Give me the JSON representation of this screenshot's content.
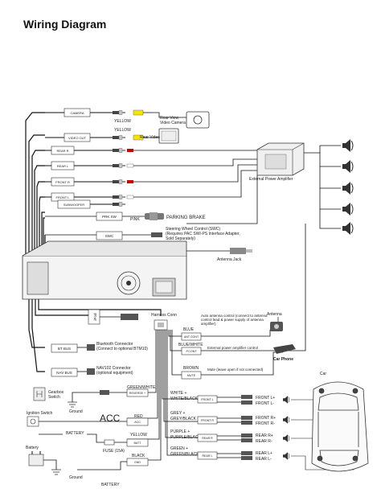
{
  "title": "Wiring Diagram",
  "labels": {
    "camera": "CAMERA",
    "video_out": "VIDEO OUT",
    "rear_r": "REAR R",
    "rear_l": "REAR L",
    "front_r": "FRONT R",
    "front_l": "FRONT L",
    "subwoofer": "SUBWOOFER",
    "prk_sw": "PRK SW",
    "swc": "SWC",
    "ipod": "iPod",
    "bt_bus": "BT BUS",
    "nav_bus": "NAV BUS",
    "yellow_1": "YELLOW",
    "yellow_2": "YELLOW",
    "rear_view_camera": "Rear View\nVideo Camera",
    "rear_video": "Rear Video",
    "external_power_amplifier": "External Power Amplifier",
    "pink": "PINK",
    "parking_brake": "PARKING BRAKE",
    "swc_note": "Steering Wheel Control (SWC)\n(Requires PAC SWI-PS Interface Adapter,\nSold Separately)",
    "antenna_jack": "Antenna Jack",
    "antenna": "Antenna",
    "harness_conn": "Harness Conn",
    "auto_antenna_note": "Auto antenna control (connect to antenna\ncontrol lead & power supply of antenna\namplifier)",
    "blue": "BLUE",
    "auto_ant": "ANT CONT",
    "blue_white": "BLUE/WHITE",
    "p_cont": "P.CONT",
    "ext_amp_control": "External power amplifier control",
    "brown": "BROWN",
    "mute": "MUTE",
    "mute_note": "Mute (leave open if not connected)",
    "car_phone": "Car Phone",
    "bt_connector": "Bluetooth Connector\n(Connect to optional BTM10)",
    "nav_connector": "NAV102 Connector\n(optional equipment)",
    "green_white": "GREEN/WHITE",
    "reverse": "REVERSE +",
    "gearbox_switch": "Gearbox\nSwitch",
    "ground_1": "Ground",
    "ignition_switch": "Ignition Switch",
    "acc": "ACC",
    "red": "RED",
    "acc_small": "ACC",
    "battery_1": "BATTERY",
    "fuse": "FUSE (15A)",
    "batt": "BATT",
    "battery_label": "Battery",
    "ground_2": "Ground",
    "battery_2": "BATTERY",
    "black": "BLACK",
    "gnd": "GND",
    "white": "WHITE +",
    "white_black": "WHITE/BLACK -",
    "front_l_box": "FRONT L",
    "grey": "GREY +",
    "grey_black": "GREY/BLACK -",
    "front_r_box": "FRONT R",
    "purple": "PURPLE +",
    "purple_black": "PURPLE/BLACK -",
    "rear_r_box": "REAR R",
    "green": "GREEN +",
    "green_black": "GREEN/BLACK -",
    "rear_l_box": "REAR L",
    "front_l_plus": "FRONT L+",
    "front_l_minus": "FRONT L-",
    "front_r_plus": "FRONT R+",
    "front_r_minus": "FRONT R-",
    "rear_r_plus": "REAR R+",
    "rear_r_minus": "REAR R-",
    "rear_l_plus": "REAR L+",
    "rear_l_minus": "REAR L-",
    "car": "Car"
  }
}
